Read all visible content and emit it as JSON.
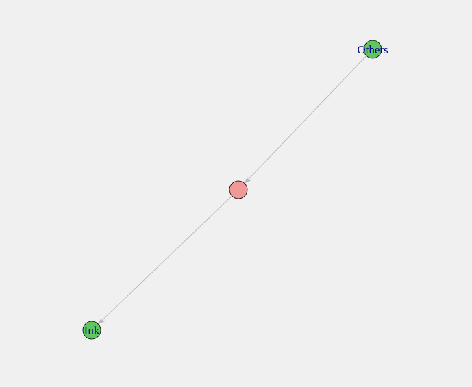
{
  "graph": {
    "background_color": "#f0f0f0",
    "edge_color": "#b8b8b8",
    "node_stroke_color": "#000000",
    "label_color": "#00008b",
    "nodes": [
      {
        "id": "others",
        "label": "Others",
        "color": "#5fc75f"
      },
      {
        "id": "center",
        "label": "",
        "color": "#f09999"
      },
      {
        "id": "ink",
        "label": "Ink",
        "color": "#5fc75f"
      }
    ],
    "edges": [
      {
        "from": "others",
        "to": "center",
        "directed": true
      },
      {
        "from": "center",
        "to": "ink",
        "directed": true
      }
    ]
  }
}
